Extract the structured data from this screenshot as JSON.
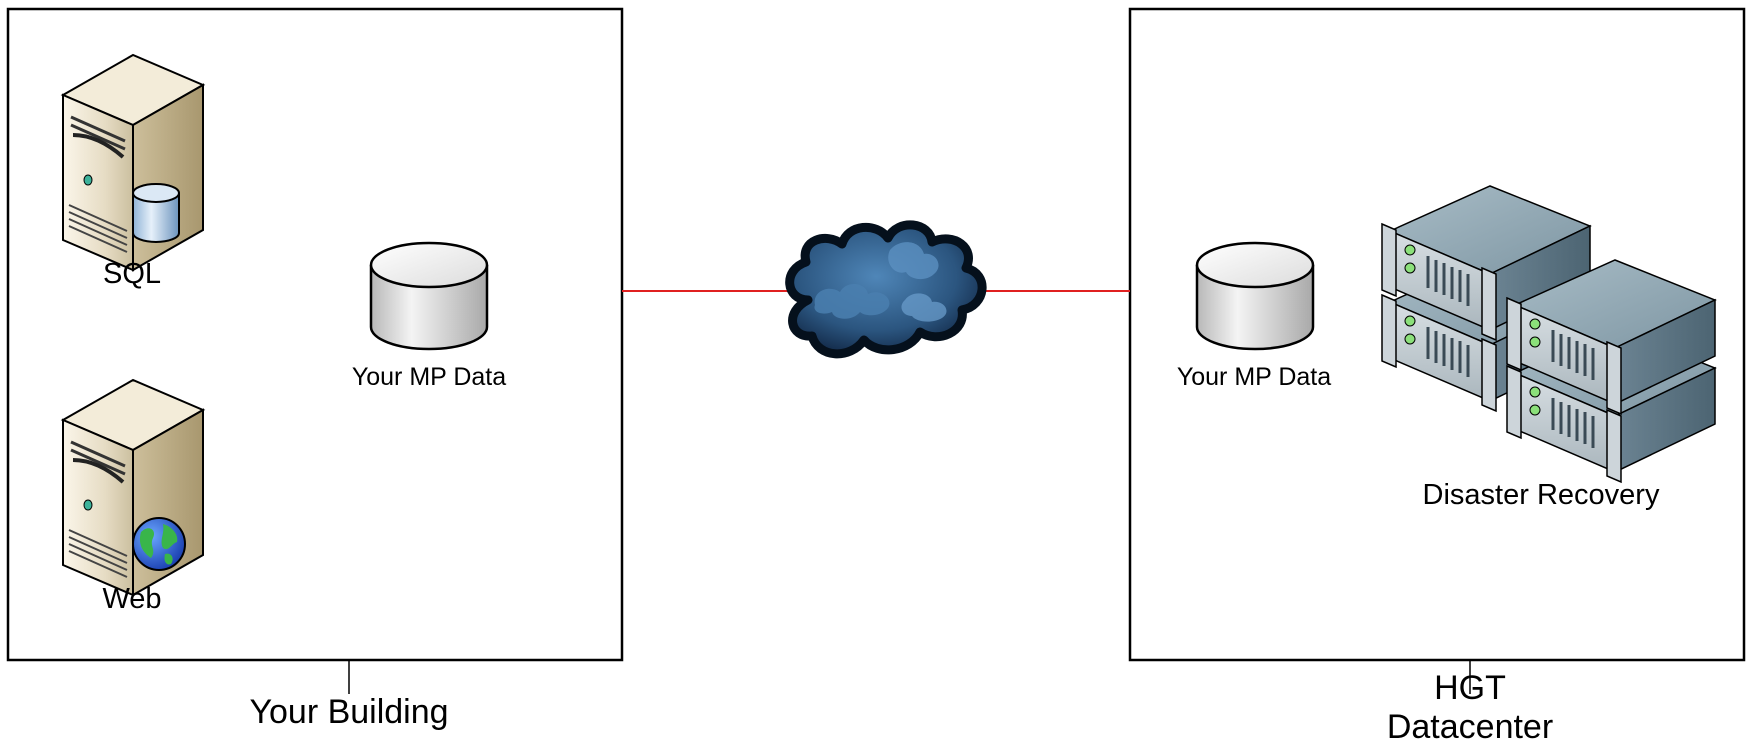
{
  "zones": {
    "left": {
      "label": "Your Building"
    },
    "right": {
      "label_line1": "HGT",
      "label_line2": "Datacenter"
    }
  },
  "nodes": {
    "sql_server": {
      "label": "SQL",
      "icon": "database-server-icon"
    },
    "web_server": {
      "label": "Web",
      "icon": "web-server-icon"
    },
    "local_data": {
      "label": "Your MP Data",
      "icon": "database-cylinder-icon"
    },
    "remote_data": {
      "label": "Your MP Data",
      "icon": "database-cylinder-icon"
    },
    "disaster_recovery": {
      "label": "Disaster Recovery",
      "icon": "server-rack-stack-icon"
    },
    "cloud": {
      "icon": "cloud-icon"
    }
  },
  "colors": {
    "link": "#e02020",
    "cloud_dark": "#0d1b2a",
    "cloud_light": "#3a6f9e",
    "server_beige": "#e6dcc4",
    "rack_steel": "#6f8896",
    "cylinder_grey": "#d8d8d8"
  }
}
